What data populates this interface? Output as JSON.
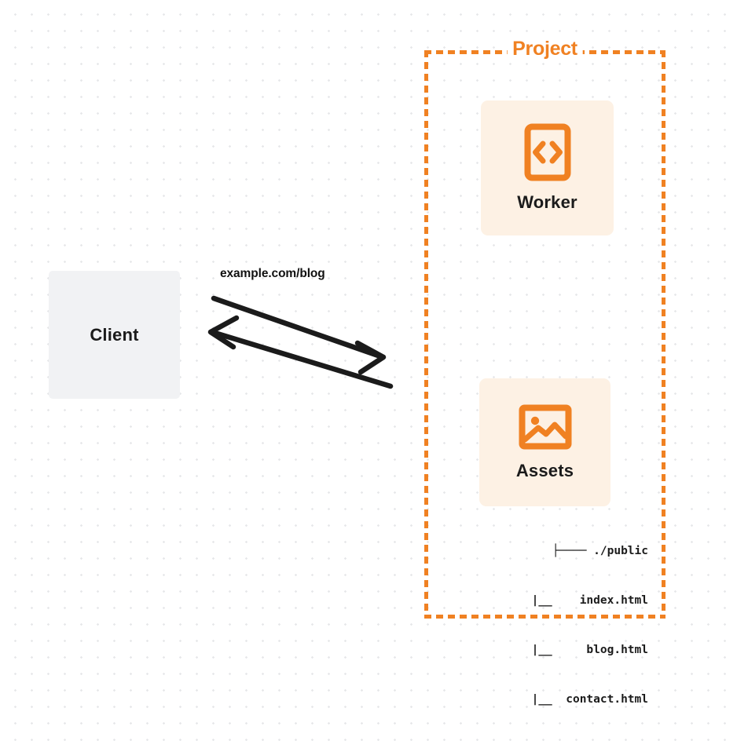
{
  "diagram": {
    "type": "architecture-flow",
    "title": "Client request routed to Project (Worker + Assets)",
    "colors": {
      "accent_orange": "#f08122",
      "card_cream": "#fdf1e4",
      "client_gray": "#f1f2f4",
      "text_dark": "#1b1b1b",
      "background": "#ffffff",
      "dot_grid": "#e7e8ea"
    }
  },
  "client": {
    "label": "Client",
    "icon": "client-box"
  },
  "connector": {
    "url_label": "example.com/blog",
    "request_arrow": {
      "direction": "client-to-project",
      "arrowhead": "right"
    },
    "response_arrow": {
      "direction": "project-to-client",
      "arrowhead": "left"
    }
  },
  "project": {
    "title": "Project",
    "border_style": "dashed",
    "nodes": [
      {
        "id": "worker",
        "label": "Worker",
        "icon": "code-brackets-icon"
      },
      {
        "id": "assets",
        "label": "Assets",
        "icon": "image-landscape-icon"
      }
    ],
    "file_tree": [
      "├──── ./public",
      "     |__    index.html",
      "     |__     blog.html",
      "     |__  contact.html"
    ]
  }
}
